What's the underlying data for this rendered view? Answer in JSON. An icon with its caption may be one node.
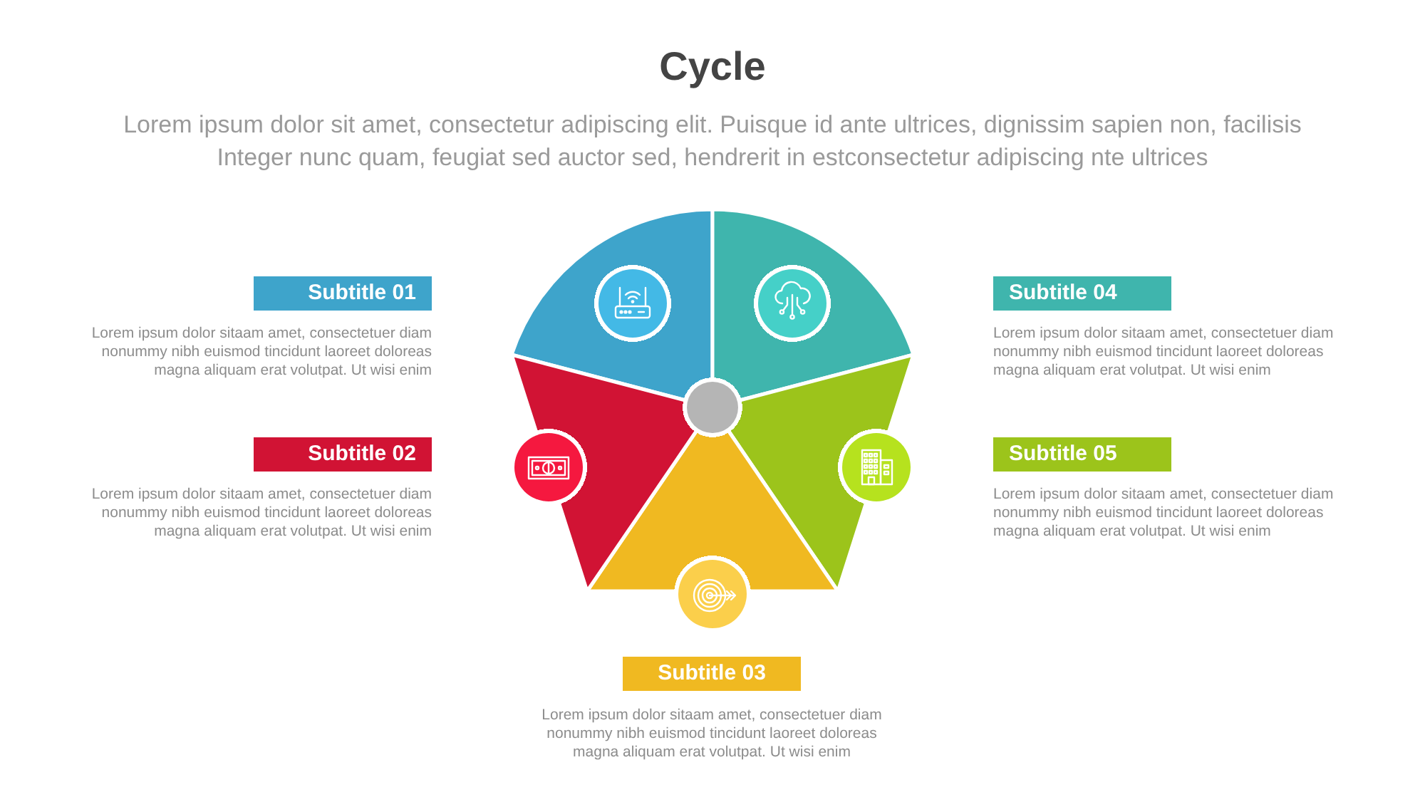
{
  "diagram": {
    "title": "Cycle",
    "nodes": [
      {
        "text": [
          "Subtitle 01"
        ],
        "beside": [
          "Lorem ipsum dolor sitaam amet, consectetuer diam nonummy nibh euismod tincidunt laoreet doloreas magna aliquam erat volutpat. Ut wisi enim"
        ]
      },
      {
        "text": [
          "Subtitle 02"
        ],
        "beside": [
          "Lorem ipsum dolor sitaam amet, consectetuer diam nonummy nibh euismod tincidunt laoreet doloreas magna aliquam erat volutpat. Ut wisi enim"
        ]
      },
      {
        "text": [
          "Subtitle 03"
        ],
        "beside": [
          "Lorem ipsum dolor sitaam amet, consectetuer diam nonummy nibh euismod tincidunt laoreet doloreas magna aliquam erat volutpat. Ut wisi enim"
        ]
      },
      {
        "text": [
          "Subtitle 04"
        ],
        "beside": [
          "Lorem ipsum dolor sitaam amet, consectetuer diam nonummy nibh euismod tincidunt laoreet doloreas magna aliquam erat volutpat. Ut wisi enim"
        ]
      },
      {
        "text": [
          "Subtitle 05"
        ],
        "beside": [
          "Lorem ipsum dolor sitaam amet, consectetuer diam nonummy nibh euismod tincidunt laoreet doloreas magna aliquam erat volutpat. Ut wisi enim"
        ]
      }
    ],
    "labels": [
      "Lorem ipsum dolor sit amet, consectetur adipiscing elit. Puisque id ante ultrices, dignissim sapien non, facilisis Integer nunc quam, feugiat sed auctor sed, hendrerit in estconsectetur adipiscing nte ultrices"
    ]
  }
}
